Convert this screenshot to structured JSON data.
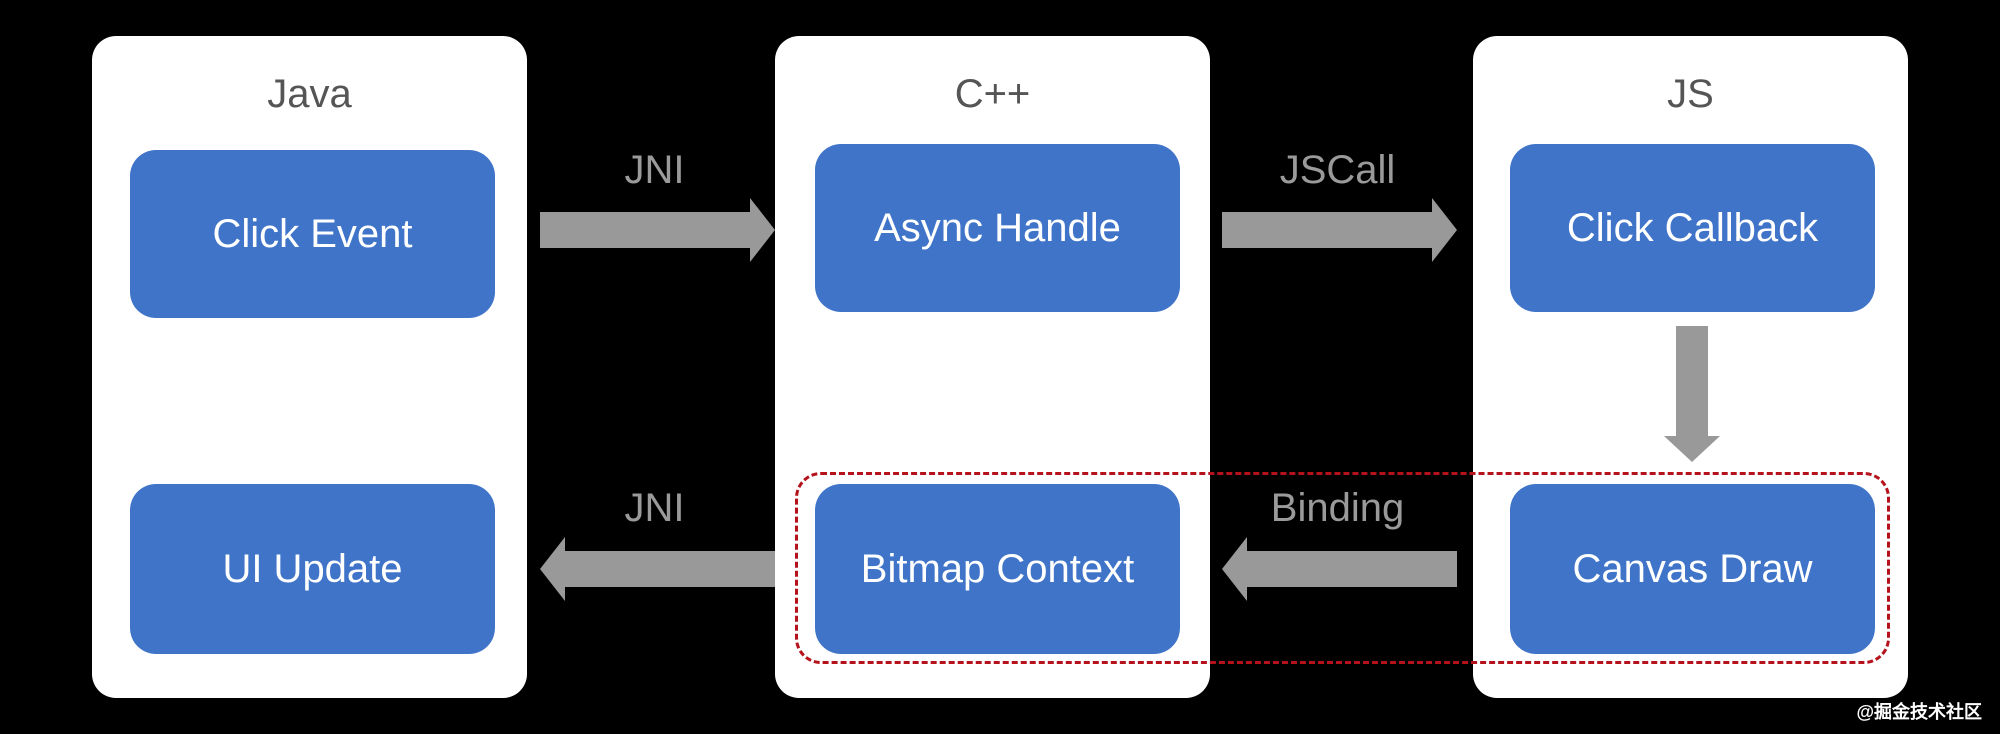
{
  "diagram": {
    "columns": [
      {
        "title": "Java"
      },
      {
        "title": "C++"
      },
      {
        "title": "JS"
      }
    ],
    "nodes": {
      "click_event": "Click Event",
      "ui_update": "UI Update",
      "async_handle": "Async Handle",
      "bitmap_context": "Bitmap Context",
      "click_callback": "Click Callback",
      "canvas_draw": "Canvas Draw"
    },
    "edges": {
      "java_to_cpp": "JNI",
      "cpp_to_js": "JSCall",
      "cpp_to_java": "JNI",
      "js_to_cpp": "Binding"
    },
    "colors": {
      "node_fill": "#3f74c9",
      "arrow": "#999999",
      "highlight_dash": "#b5121b",
      "panel": "#ffffff",
      "background": "#000000"
    }
  },
  "watermark": "@掘金技术社区"
}
